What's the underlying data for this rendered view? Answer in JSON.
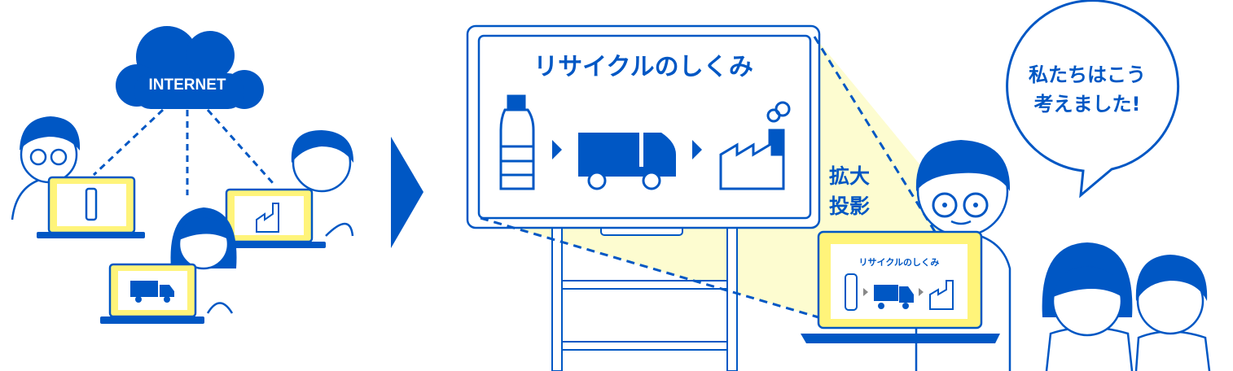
{
  "colors": {
    "blue": "#0057c4",
    "yellow": "#fff47a",
    "light_yellow": "#fdfcd0"
  },
  "internet": {
    "label": "INTERNET"
  },
  "whiteboard": {
    "title": "リサイクルのしくみ"
  },
  "projection": {
    "line1": "拡大",
    "line2": "投影"
  },
  "laptop": {
    "title": "リサイクルのしくみ"
  },
  "speech": {
    "line1": "私たちはこう",
    "line2": "考えました!"
  }
}
